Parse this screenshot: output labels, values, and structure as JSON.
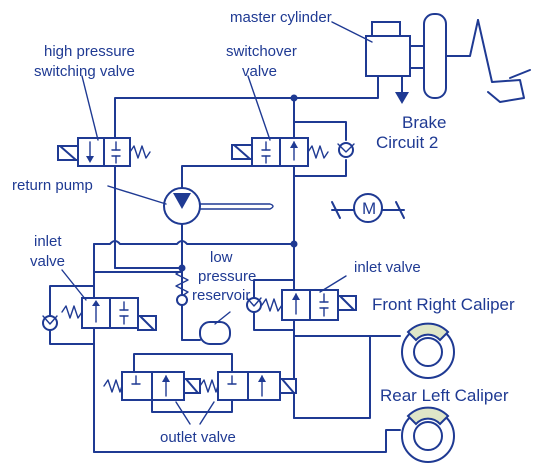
{
  "labels": {
    "master_cylinder": "master cylinder",
    "high_pressure_line1": "high pressure",
    "high_pressure_line2": "switching valve",
    "switchover_line1": "switchover",
    "switchover_line2": "valve",
    "brake_line1": "Brake",
    "brake_line2": "Circuit 2",
    "return_pump": "return pump",
    "motor": "M",
    "inlet_left_line1": "inlet",
    "inlet_left_line2": "valve",
    "low_pressure_line1": "low",
    "low_pressure_line2": "pressure",
    "low_pressure_line3": "reservoir",
    "inlet_right": "inlet valve",
    "front_right_caliper": "Front Right Caliper",
    "rear_left_caliper": "Rear Left Caliper",
    "outlet_valve": "outlet valve"
  },
  "colors": {
    "line": "#1f3a93",
    "caliper_pad": "#dfe6c8"
  }
}
